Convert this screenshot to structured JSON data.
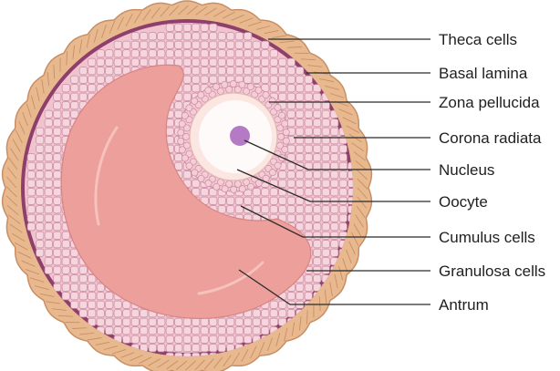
{
  "diagram": {
    "labels": [
      {
        "id": "theca",
        "text": "Theca cells"
      },
      {
        "id": "basal",
        "text": "Basal lamina"
      },
      {
        "id": "zona",
        "text": "Zona pellucida"
      },
      {
        "id": "corona",
        "text": "Corona radiata"
      },
      {
        "id": "nucleus",
        "text": "Nucleus"
      },
      {
        "id": "oocyte",
        "text": "Oocyte"
      },
      {
        "id": "cumulus",
        "text": "Cumulus cells"
      },
      {
        "id": "granulosa",
        "text": "Granulosa cells"
      },
      {
        "id": "antrum",
        "text": "Antrum"
      }
    ]
  },
  "colors": {
    "theca": "#e8b98f",
    "theca_dark": "#c98e63",
    "basal": "#8e3f6b",
    "granulosa": "#f2c9d4",
    "granulosa_stroke": "#c98ba0",
    "antrum": "#ef9f9a",
    "zona": "#fbe8e4",
    "oocyte": "#fffafa",
    "nucleus": "#b57ac4"
  }
}
